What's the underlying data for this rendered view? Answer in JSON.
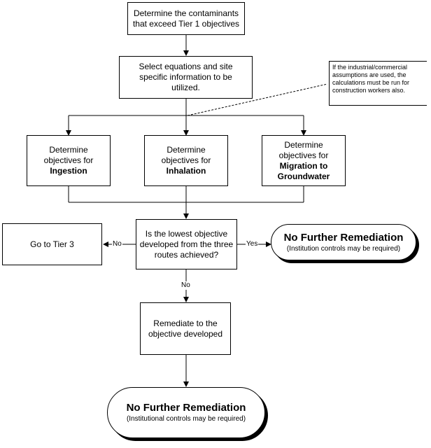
{
  "nodes": {
    "determine_contaminants": "Determine the contaminants that exceed Tier 1 objectives",
    "select_equations": "Select equations and site specific information to be utilized.",
    "ingestion": {
      "prefix": "Determine objectives for",
      "emph": "Ingestion"
    },
    "inhalation": {
      "prefix": "Determine objectives for",
      "emph": "Inhalation"
    },
    "migration": {
      "prefix": "Determine objectives for",
      "emph": "Migration to Groundwater"
    },
    "decision": "Is the lowest objective developed from the three routes achieved?",
    "tier3": "Go to Tier 3",
    "remediate": "Remediate to the objective developed",
    "nfr_right": {
      "title": "No Further Remediation",
      "note": "(Institution controls may be required)"
    },
    "nfr_bottom": {
      "title": "No Further Remediation",
      "note": "(Institutional controls may be required)"
    }
  },
  "annotation": "If the industrial/commercial assumptions are used, the calculations must be run for construction workers also.",
  "edge_labels": {
    "no_left": "No",
    "yes_right": "Yes",
    "no_down": "No"
  }
}
